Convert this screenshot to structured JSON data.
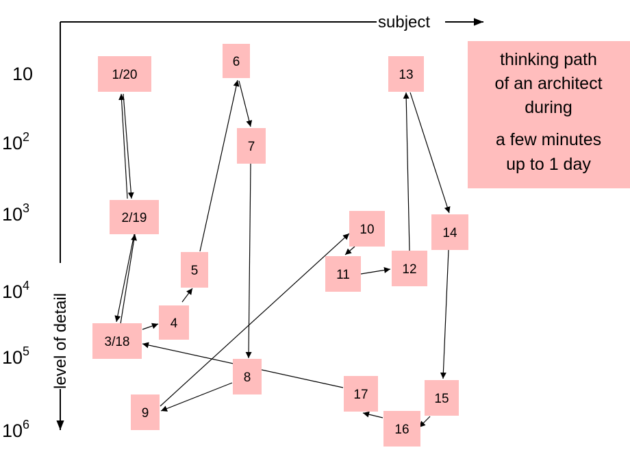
{
  "axes": {
    "x_label": "subject",
    "y_label": "level of detail",
    "y_ticks": [
      {
        "base": "10",
        "exp": ""
      },
      {
        "base": "10",
        "exp": "2"
      },
      {
        "base": "10",
        "exp": "3"
      },
      {
        "base": "10",
        "exp": "4"
      },
      {
        "base": "10",
        "exp": "5"
      },
      {
        "base": "10",
        "exp": "6"
      }
    ]
  },
  "note": {
    "lines": [
      "thinking path",
      "of an architect",
      "during",
      "a few minutes",
      "up to 1 day"
    ]
  },
  "colors": {
    "box_fill": "#ffbdbd",
    "line": "#000000"
  },
  "nodes": [
    {
      "id": "n1_20",
      "label": "1/20"
    },
    {
      "id": "n2_19",
      "label": "2/19"
    },
    {
      "id": "n3_18",
      "label": "3/18"
    },
    {
      "id": "n4",
      "label": "4"
    },
    {
      "id": "n5",
      "label": "5"
    },
    {
      "id": "n6",
      "label": "6"
    },
    {
      "id": "n7",
      "label": "7"
    },
    {
      "id": "n8",
      "label": "8"
    },
    {
      "id": "n9",
      "label": "9"
    },
    {
      "id": "n10",
      "label": "10"
    },
    {
      "id": "n11",
      "label": "11"
    },
    {
      "id": "n12",
      "label": "12"
    },
    {
      "id": "n13",
      "label": "13"
    },
    {
      "id": "n14",
      "label": "14"
    },
    {
      "id": "n15",
      "label": "15"
    },
    {
      "id": "n16",
      "label": "16"
    },
    {
      "id": "n17",
      "label": "17"
    }
  ],
  "edges": [
    {
      "from": "n1_20",
      "to": "n2_19"
    },
    {
      "from": "n2_19",
      "to": "n3_18"
    },
    {
      "from": "n3_18",
      "to": "n4"
    },
    {
      "from": "n4",
      "to": "n5"
    },
    {
      "from": "n5",
      "to": "n6"
    },
    {
      "from": "n6",
      "to": "n7"
    },
    {
      "from": "n7",
      "to": "n8"
    },
    {
      "from": "n8",
      "to": "n9"
    },
    {
      "from": "n9",
      "to": "n10"
    },
    {
      "from": "n10",
      "to": "n11"
    },
    {
      "from": "n11",
      "to": "n12"
    },
    {
      "from": "n12",
      "to": "n13"
    },
    {
      "from": "n13",
      "to": "n14"
    },
    {
      "from": "n14",
      "to": "n15"
    },
    {
      "from": "n15",
      "to": "n16"
    },
    {
      "from": "n16",
      "to": "n17"
    },
    {
      "from": "n17",
      "to": "n3_18"
    },
    {
      "from": "n3_18",
      "to": "n2_19"
    },
    {
      "from": "n2_19",
      "to": "n1_20"
    }
  ]
}
